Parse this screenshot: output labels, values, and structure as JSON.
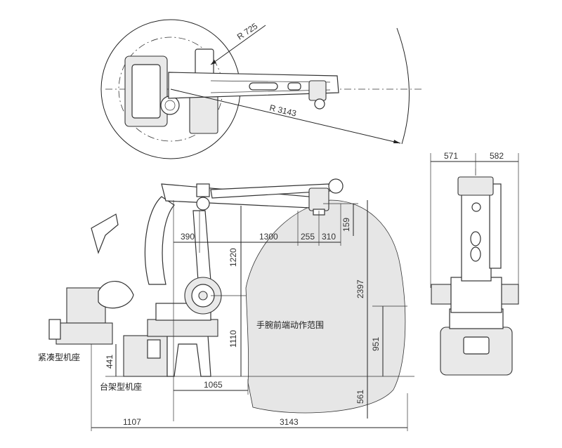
{
  "radii": {
    "inner": "R 725",
    "outer": "R 3143"
  },
  "dimensions": {
    "side_width_left": "571",
    "side_width_right": "582",
    "reach_390": "390",
    "reach_1300": "1300",
    "reach_255": "255",
    "reach_310": "310",
    "height_159": "159",
    "height_1220": "1220",
    "height_2397": "2397",
    "height_1110": "1110",
    "height_951": "951",
    "height_441": "441",
    "offset_1065": "1065",
    "depth_561": "561",
    "bottom_1107": "1107",
    "bottom_3143": "3143"
  },
  "labels": {
    "work_envelope": "手腕前端动作范围",
    "compact_base": "紧凑型机座",
    "stand_base": "台架型机座"
  },
  "colors": {
    "envelope_fill": "#e6e6e6",
    "line": "#222222"
  }
}
